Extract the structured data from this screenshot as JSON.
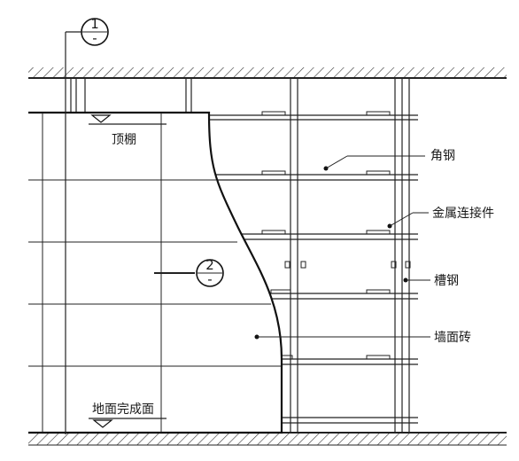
{
  "drawing": {
    "section_mark_top": {
      "number": "1",
      "sheet": "-"
    },
    "section_mark_mid": {
      "number": "2",
      "sheet": "-"
    },
    "ceiling_label": "顶棚",
    "floor_label": "地面完成面",
    "callouts": [
      {
        "id": "angle-steel",
        "text": "角钢"
      },
      {
        "id": "metal-connector",
        "text": "金属连接件"
      },
      {
        "id": "channel-steel",
        "text": "槽钢"
      },
      {
        "id": "wall-tile",
        "text": "墙面砖"
      }
    ]
  }
}
